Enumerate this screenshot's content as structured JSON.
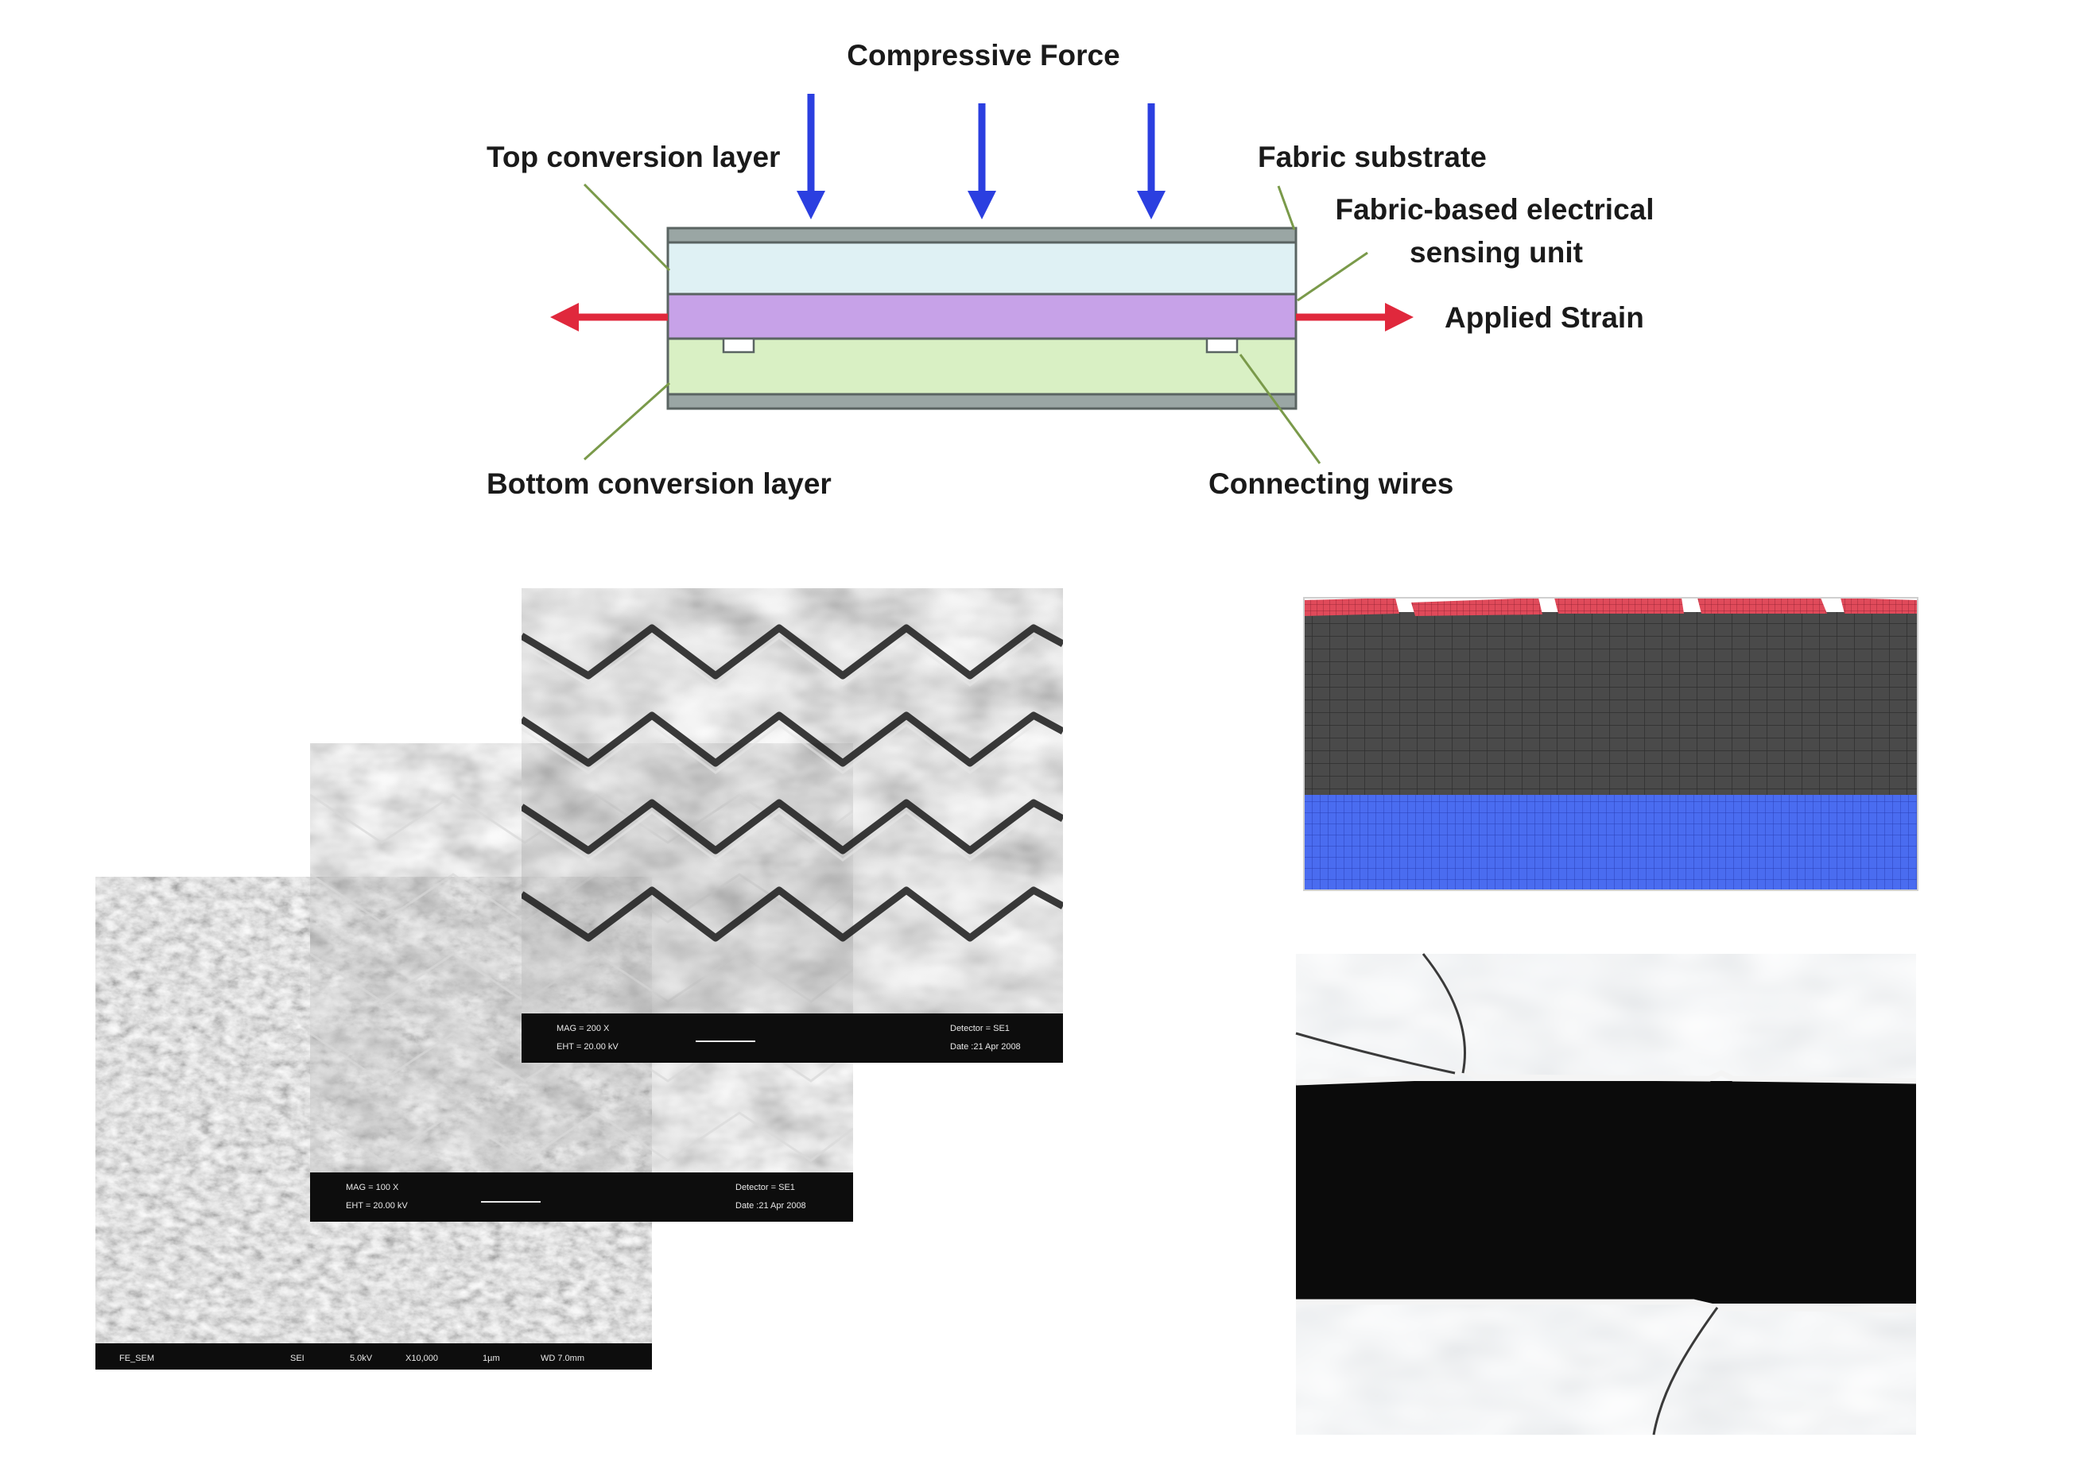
{
  "labels": {
    "compressive_force": "Compressive Force",
    "top_conversion_layer": "Top conversion layer",
    "fabric_substrate": "Fabric  substrate",
    "sensing_unit_line1": "Fabric-based electrical",
    "sensing_unit_line2": "sensing unit",
    "applied_strain": "Applied Strain",
    "bottom_conversion_layer": "Bottom conversion layer",
    "connecting_wires": "Connecting wires"
  },
  "colors": {
    "force_arrow": "#2b3fe0",
    "strain_arrow": "#e0283c",
    "fabric_substrate": "#9aa6a4",
    "top_layer": "#dff1f4",
    "sensing_layer": "#c7a2e8",
    "bottom_layer": "#d9f0c4",
    "leader_line": "#7a9a4a",
    "fe_mesh_dark": "#4a4a4a",
    "fe_mesh_blue": "#4a6cf0",
    "fe_mesh_red": "#e04a5a"
  },
  "sem_micrographs": [
    {
      "name": "sem-high",
      "left": "MAG = 200 X",
      "left2": "EHT = 20.00 kV",
      "right": "Detector = SE1",
      "right2": "Date :21 Apr 2008"
    },
    {
      "name": "sem-mid",
      "left": "MAG = 100 X",
      "left2": "EHT = 20.00 kV",
      "right": "Detector = SE1",
      "right2": "Date :21 Apr 2008"
    },
    {
      "name": "sem-low",
      "left": "FE_SEM",
      "mid1": "SEI",
      "mid2": "5.0kV",
      "mid3": "X10,000",
      "mid4": "1µm",
      "right": "WD 7.0mm"
    }
  ]
}
